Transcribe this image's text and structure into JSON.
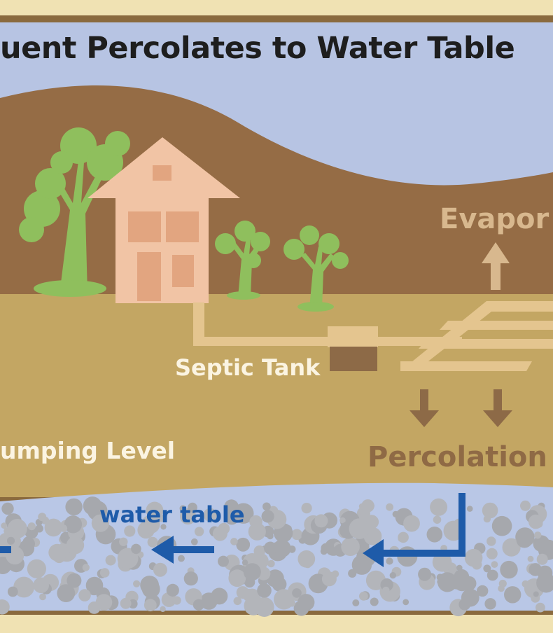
{
  "title": "uent Percolates to Water Table",
  "labels": {
    "septic_tank": "Septic Tank",
    "pumping_level": "umping Level",
    "percolation": "Percolation",
    "evaporation": "Evapor",
    "water_table": "water table"
  },
  "colors": {
    "sky": "#b7c4e3",
    "hill": "#956c45",
    "ground": "#c3a663",
    "aquifer": "#b9c7e6",
    "water_arrow": "#1e5ba9",
    "pipe": "#e4c58f",
    "house": "#f1c4a5",
    "tree": "#8fbf5d"
  }
}
